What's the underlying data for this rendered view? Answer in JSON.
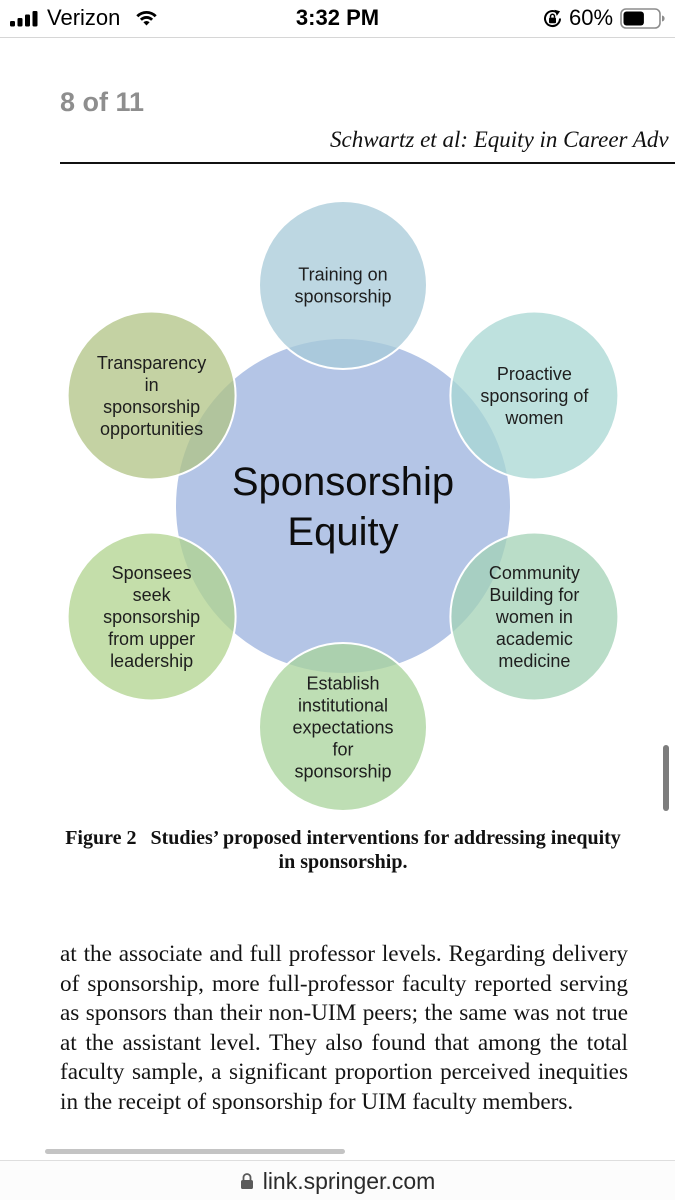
{
  "status_bar": {
    "carrier": "Verizon",
    "time": "3:32 PM",
    "battery_percent": "60%",
    "battery_level": 0.6,
    "signal_bars_filled": 4,
    "icons": [
      "signal-icon",
      "wifi-icon",
      "rotation-lock-icon",
      "battery-icon"
    ]
  },
  "viewer": {
    "page_indicator": "8 of 11",
    "running_header": "Schwartz et al: Equity in Career Adv",
    "figure": {
      "center": {
        "lines": [
          "Sponsorship",
          "Equity"
        ],
        "color": "#94acdb"
      },
      "nodes": [
        {
          "lines": [
            "Training on",
            "sponsorship"
          ],
          "color": "#a7cad8"
        },
        {
          "lines": [
            "Proactive",
            "sponsoring of",
            "women"
          ],
          "color": "#a8d7d3"
        },
        {
          "lines": [
            "Community",
            "Building for",
            "women in",
            "academic",
            "medicine"
          ],
          "color": "#a3d2b6"
        },
        {
          "lines": [
            "Establish",
            "institutional",
            "expectations",
            "for",
            "sponsorship"
          ],
          "color": "#a8d39b"
        },
        {
          "lines": [
            "Sponsees",
            "seek",
            "sponsorship",
            "from upper",
            "leadership"
          ],
          "color": "#b0d38e"
        },
        {
          "lines": [
            "Transparency",
            "in",
            "sponsorship",
            "opportunities"
          ],
          "color": "#b0c384"
        }
      ],
      "caption": {
        "label": "Figure 2",
        "lines": [
          "Studies’ proposed interventions for addressing inequity",
          "in sponsorship."
        ]
      }
    },
    "body_lines": [
      "at the associate and full professor levels. Regarding delivery",
      "of sponsorship, more full-professor faculty reported serving",
      "as sponsors than their non-UIM peers; the same was not true",
      "at the assistant level. They also found that among the total",
      "faculty sample, a significant proportion perceived inequities",
      "in the receipt of sponsorship for UIM faculty members."
    ]
  },
  "address_bar": {
    "url": "link.springer.com",
    "icon": "lock-icon"
  },
  "colors": {
    "text": "#111111",
    "page_indicator": "#8e8e8e",
    "scroll_indicator": "#7d7d7d"
  }
}
